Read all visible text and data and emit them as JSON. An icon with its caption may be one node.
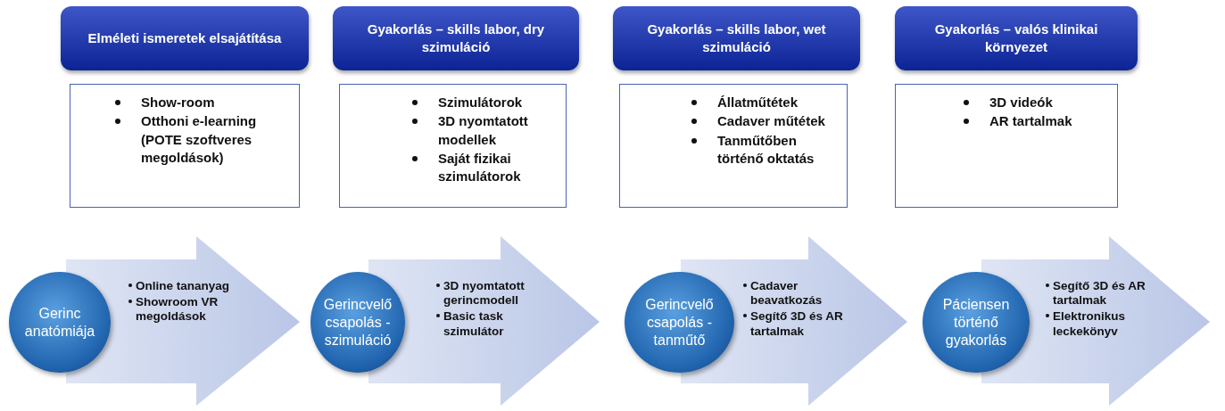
{
  "diagram": {
    "nodes": [
      {
        "text": [
          "Elméleti ismeretek elsajátítása"
        ]
      },
      {
        "text": [
          "Gyakorlás – skills labor, dry szimuláció"
        ]
      },
      {
        "text": [
          "Gyakorlás – skills labor, wet szimuláció"
        ]
      },
      {
        "text": [
          "Gyakorlás – valós klinikai környezet"
        ]
      },
      {
        "text": [
          "Show-room",
          "Otthoni e-learning (POTE szoftveres megoldások)"
        ]
      },
      {
        "text": [
          "Szimulátorok",
          "3D nyomtatott modellek",
          "Saját fizikai szimulátorok"
        ]
      },
      {
        "text": [
          "Állatműtétek",
          "Cadaver műtétek",
          "Tanműtőben történő oktatás"
        ]
      },
      {
        "text": [
          "3D videók",
          "AR tartalmak"
        ]
      },
      {
        "text": [
          "Gerinc anatómiája"
        ]
      },
      {
        "text": [
          "Online tananyag",
          "Showroom VR megoldások"
        ]
      },
      {
        "text": [
          "Gerincvelő csapolás - szimuláció"
        ]
      },
      {
        "text": [
          "3D nyomtatott gerincmodell",
          "Basic task szimulátor"
        ]
      },
      {
        "text": [
          "Gerincvelő csapolás - tanműtő"
        ]
      },
      {
        "text": [
          "Cadaver beavatkozás",
          "Segítő 3D és AR tartalmak"
        ]
      },
      {
        "text": [
          "Páciensen történő gyakorlás"
        ]
      },
      {
        "text": [
          "Segítő 3D és AR tartalmak",
          "Elektronikus leckekönyv"
        ]
      }
    ]
  }
}
